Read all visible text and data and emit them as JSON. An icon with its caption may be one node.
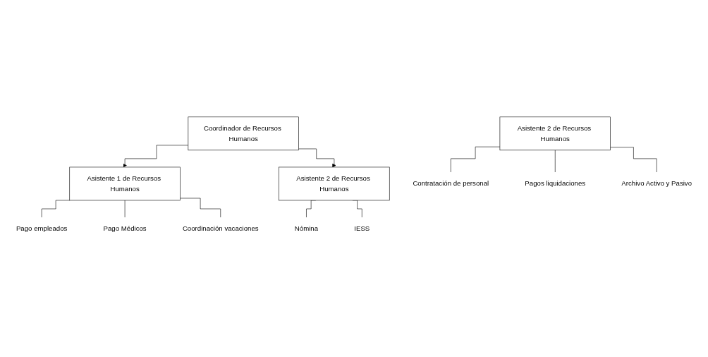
{
  "diagram": {
    "nodes": [
      {
        "text": [
          "Coordinador de Recursos Humanos"
        ]
      },
      {
        "text": [
          "Asistente 1 de Recursos Humanos"
        ]
      },
      {
        "text": [
          "Asistente 2 de Recursos Humanos"
        ]
      },
      {
        "text": [
          "Asistente 2 de Recursos Humanos"
        ]
      },
      {
        "text": [
          "Pago empleados"
        ]
      },
      {
        "text": [
          "Pago Médicos"
        ]
      },
      {
        "text": [
          "Coordinación vacaciones"
        ]
      },
      {
        "text": [
          "Nómina"
        ]
      },
      {
        "text": [
          "IESS"
        ]
      },
      {
        "text": [
          "Contratación de personal"
        ]
      },
      {
        "text": [
          "Pagos liquidaciones"
        ]
      },
      {
        "text": [
          "Archivo Activo y Pasivo"
        ]
      }
    ],
    "edges": [
      {
        "from": 0,
        "to": 1,
        "arrow": "to"
      },
      {
        "from": 0,
        "to": 2,
        "arrow": "to"
      },
      {
        "from": 1,
        "to": 4,
        "arrow": "none"
      },
      {
        "from": 1,
        "to": 5,
        "arrow": "none"
      },
      {
        "from": 1,
        "to": 6,
        "arrow": "none"
      },
      {
        "from": 2,
        "to": 7,
        "arrow": "none"
      },
      {
        "from": 2,
        "to": 8,
        "arrow": "none"
      },
      {
        "from": 3,
        "to": 9,
        "arrow": "none"
      },
      {
        "from": 3,
        "to": 10,
        "arrow": "none"
      },
      {
        "from": 3,
        "to": 11,
        "arrow": "none"
      }
    ]
  }
}
